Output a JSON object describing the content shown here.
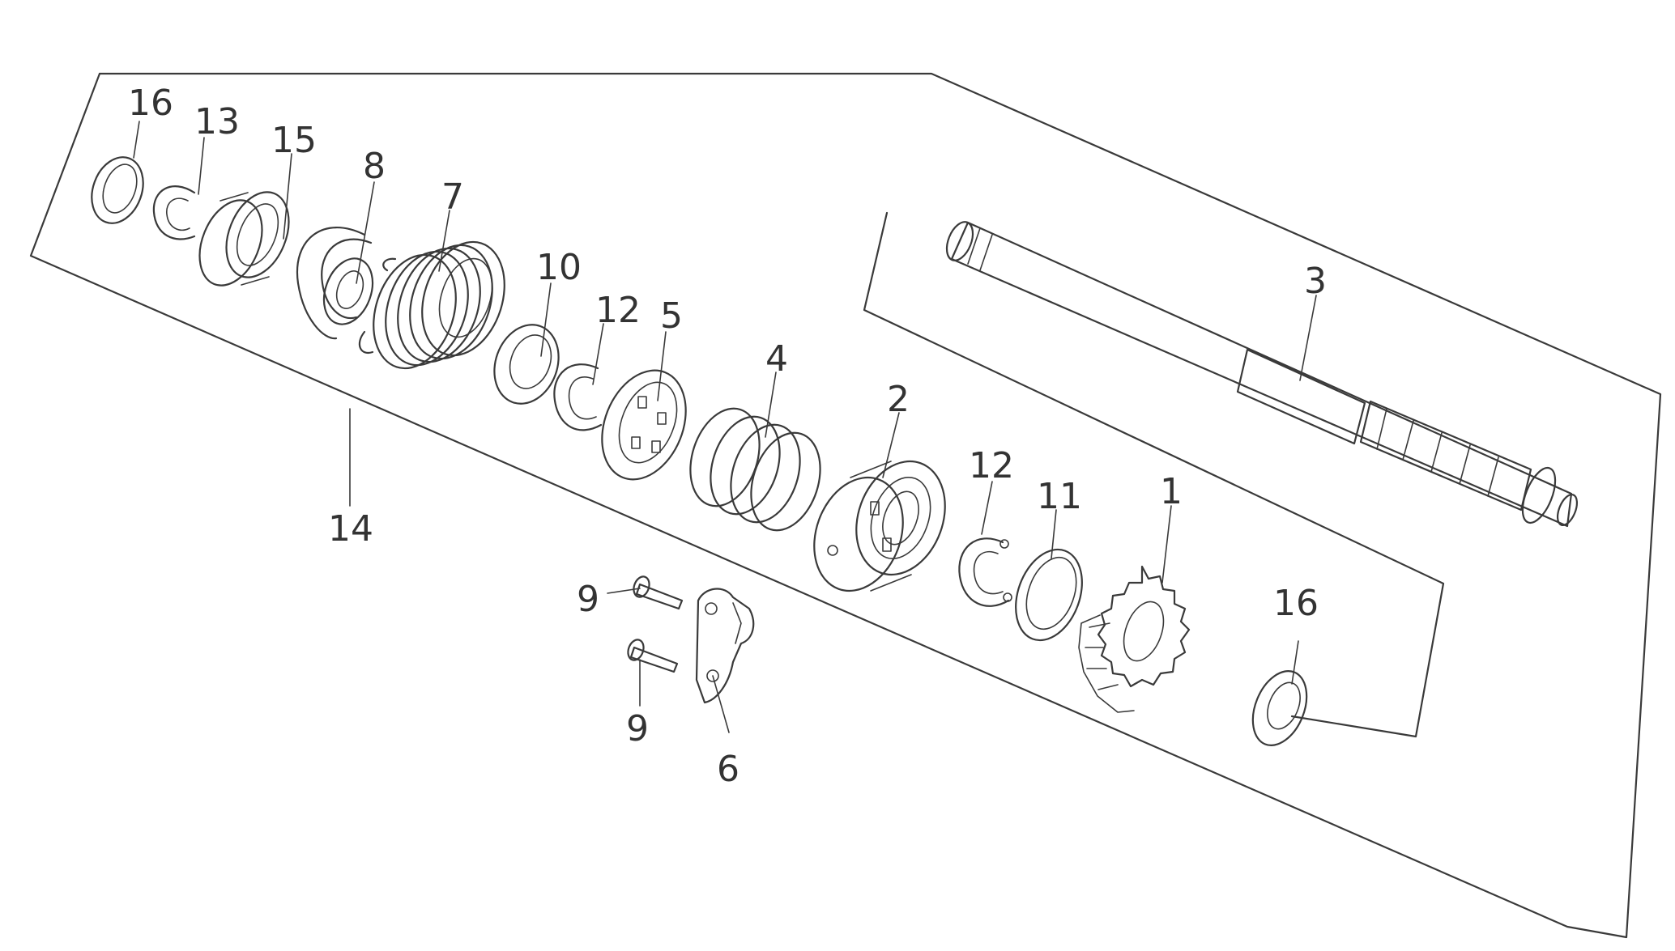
{
  "callouts": {
    "c16a": "16",
    "c13": "13",
    "c15": "15",
    "c8": "8",
    "c7": "7",
    "c10": "10",
    "c12a": "12",
    "c5": "5",
    "c4": "4",
    "c2": "2",
    "c3": "3",
    "c12b": "12",
    "c11": "11",
    "c1": "1",
    "c14": "14",
    "c9a": "9",
    "c9b": "9",
    "c6": "6",
    "c16b": "16"
  }
}
